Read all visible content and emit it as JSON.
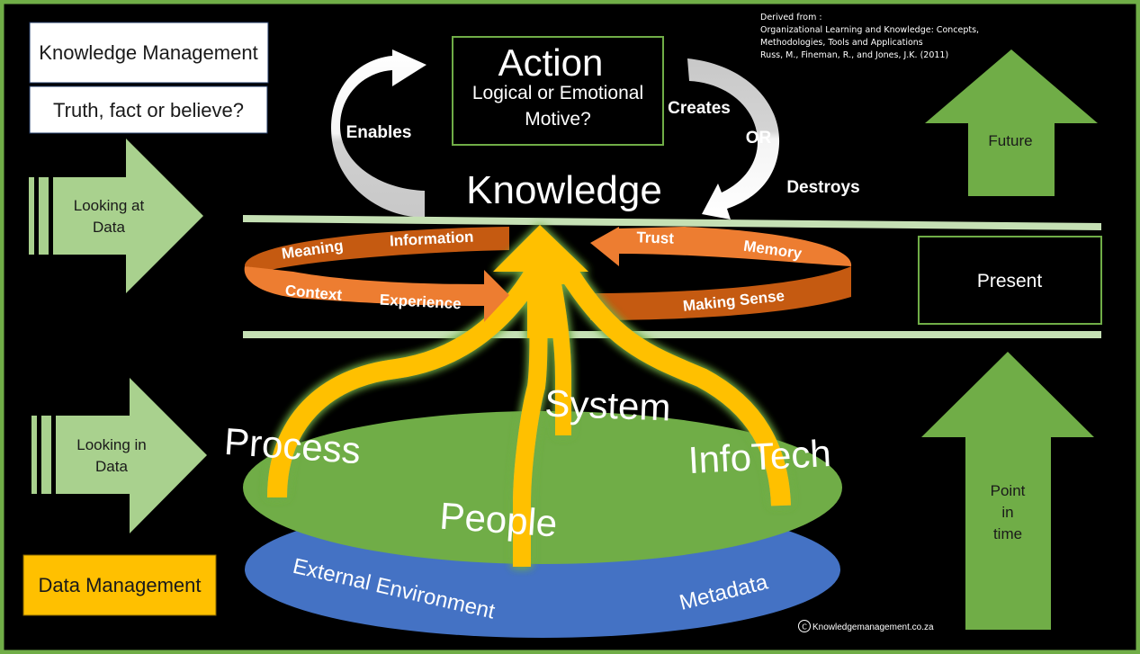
{
  "colors": {
    "background": "#000000",
    "frame": "#70ad47",
    "green": "#70ad47",
    "light_green": "#a9d18e",
    "pale_green": "#c5e0b4",
    "orange": "#ed7d31",
    "dark_orange": "#c55a11",
    "yellow": "#ffc000",
    "blue": "#4472c4",
    "white": "#ffffff",
    "light_gray": "#d0d0d0",
    "dark_text": "#1a1a1a"
  },
  "top_left": {
    "title": "Knowledge Management",
    "subtitle": "Truth, fact or believe?"
  },
  "citation": {
    "lines": [
      "Derived from :",
      "Organizational Learning and Knowledge: Concepts,",
      "Methodologies, Tools and Applications",
      "Russ, M., Fineman, R., and Jones, J.K. (2011)"
    ]
  },
  "action_box": {
    "title": "Action",
    "subtitle_line1": "Logical or Emotional",
    "subtitle_line2": "Motive?"
  },
  "cycle": {
    "enables": "Enables",
    "creates": "Creates",
    "or": "OR",
    "destroys": "Destroys",
    "knowledge": "Knowledge"
  },
  "left_arrows": {
    "looking_at": {
      "line1": "Looking at",
      "line2": "Data"
    },
    "looking_in": {
      "line1": "Looking in",
      "line2": "Data"
    }
  },
  "ribbon": {
    "left_top": [
      "Meaning",
      "Information"
    ],
    "left_bottom": [
      "Context",
      "Experience"
    ],
    "right_top": [
      "Trust",
      "Memory"
    ],
    "right_bottom": [
      "Making Sense"
    ]
  },
  "pillars": {
    "process": "Process",
    "system": "System",
    "people": "People",
    "infotech": "InfoTech"
  },
  "base": {
    "external": "External Environment",
    "metadata": "Metadata"
  },
  "right_side": {
    "future": "Future",
    "present": "Present",
    "point_in_time": [
      "Point",
      "in",
      "time"
    ]
  },
  "data_management": "Data Management",
  "copyright": {
    "symbol": "C",
    "text": "Knowledgemanagement.co.za"
  }
}
